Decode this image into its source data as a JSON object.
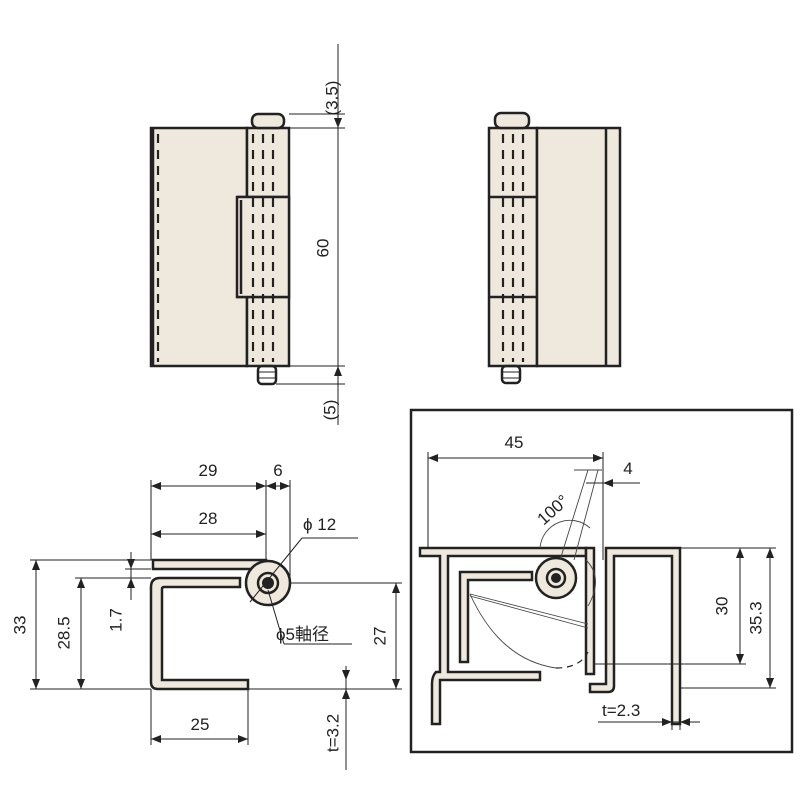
{
  "labels": {
    "top_clearance": "(3.5)",
    "height": "60",
    "bottom_clearance": "(5)",
    "width_29": "29",
    "width_6": "6",
    "width_28": "28",
    "dia_12": "ϕ 12",
    "pin_dia": "ϕ5軸径",
    "height_33": "33",
    "height_28_5": "28.5",
    "gap_1_7": "1.7",
    "height_27": "27",
    "width_25": "25",
    "thickness_3_2": "t=3.2",
    "width_45": "45",
    "offset_4": "4",
    "angle_100": "100°",
    "height_30": "30",
    "height_35_3": "35.3",
    "thickness_2_3": "t=2.3"
  }
}
